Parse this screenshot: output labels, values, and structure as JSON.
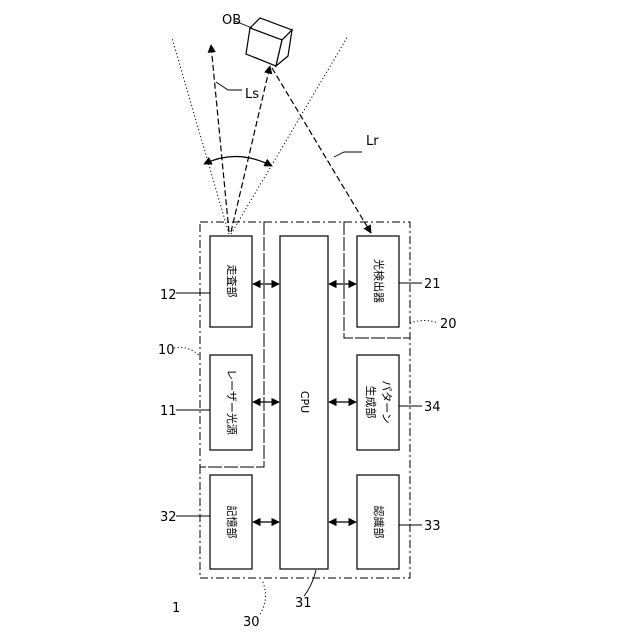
{
  "blocks": {
    "scan": "走査部",
    "laser": "レーザー光源",
    "memory": "記憶部",
    "cpu": "CPU",
    "detector": "光検出器",
    "pattern_line1": "パターン",
    "pattern_line2": "生成部",
    "recognition": "認識部"
  },
  "labels": {
    "system": "1",
    "emitter_group": "10",
    "laser": "11",
    "scan": "12",
    "detector_group": "20",
    "detector": "21",
    "controller_group": "30",
    "cpu": "31",
    "memory": "32",
    "recognition": "33",
    "pattern": "34",
    "object": "OB",
    "scan_light": "Ls",
    "reflected_light": "Lr"
  }
}
